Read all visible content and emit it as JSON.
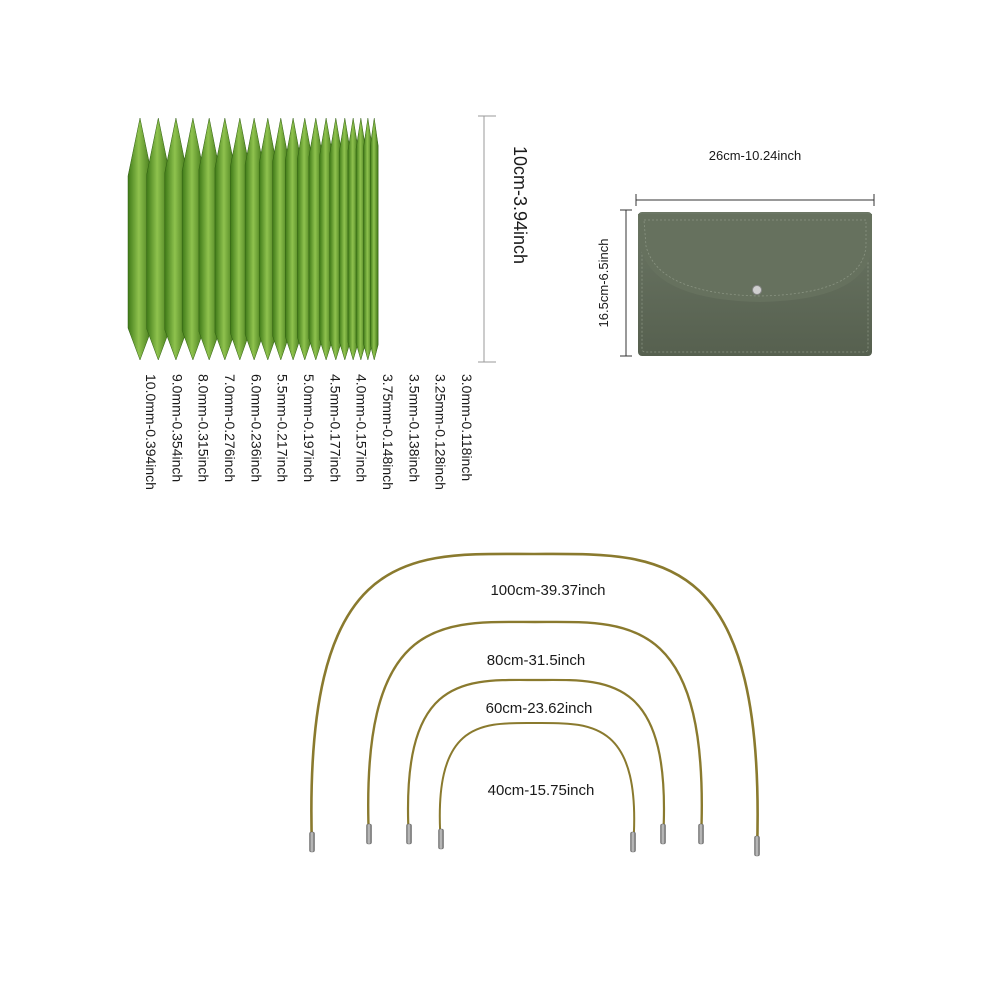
{
  "needles": {
    "height_label": "10cm-3.94inch",
    "sizes": [
      "10.0mm-0.394inch",
      "9.0mm-0.354inch",
      "8.0mm-0.315inch",
      "7.0mm-0.276inch",
      "6.0mm-0.236inch",
      "5.5mm-0.217inch",
      "5.0mm-0.197inch",
      "4.5mm-0.177inch",
      "4.0mm-0.157inch",
      "3.75mm-0.148inch",
      "3.5mm-0.138inch",
      "3.25mm-0.128inch",
      "3.0mm-0.118inch"
    ],
    "color": "#5e9a2a"
  },
  "pouch": {
    "width_label": "26cm-10.24inch",
    "height_label": "16.5cm-6.5inch",
    "color": "#5f6b58"
  },
  "cables": {
    "lengths": [
      "100cm-39.37inch",
      "80cm-31.5inch",
      "60cm-23.62inch",
      "40cm-15.75inch"
    ],
    "color": "#8a7a2e"
  }
}
